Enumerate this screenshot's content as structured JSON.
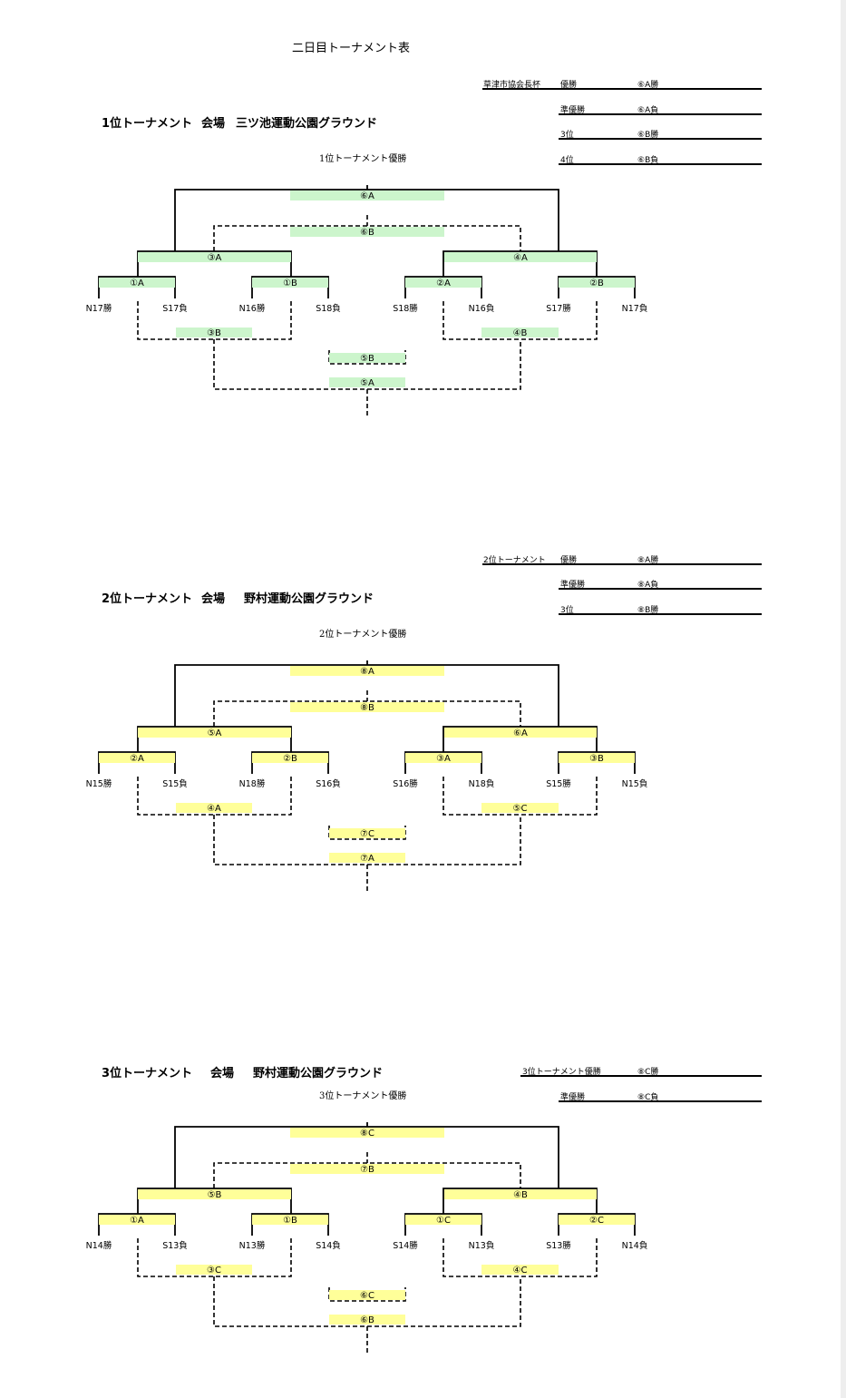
{
  "page_title": "二日目トーナメント表",
  "colors": {
    "t1_fill": "#ccf5cc",
    "t2_fill": "#ffff99",
    "t3_fill": "#ffff99"
  },
  "t1": {
    "title": "1位トーナメント",
    "venue_label": "会場",
    "venue": "三ツ池運動公園グラウンド",
    "champion": "1位トーナメント優勝",
    "results": [
      {
        "group": "草津市協会長杯",
        "place": "優勝",
        "match": "⑥A勝"
      },
      {
        "group": "",
        "place": "準優勝",
        "match": "⑥A負"
      },
      {
        "group": "",
        "place": "3位",
        "match": "⑥B勝"
      },
      {
        "group": "",
        "place": "4位",
        "match": "⑥B負"
      }
    ],
    "final_a": "⑥A",
    "final_b": "⑥B",
    "semi_l": "③A",
    "semi_r": "④A",
    "q1": "①A",
    "q2": "①B",
    "q3": "②A",
    "q4": "②B",
    "lower_l": "③B",
    "lower_r": "④B",
    "low_1": "⑤B",
    "low_2": "⑤A",
    "teams": [
      "N17勝",
      "S17負",
      "N16勝",
      "S18負",
      "S18勝",
      "N16負",
      "S17勝",
      "N17負"
    ]
  },
  "t2": {
    "title": "2位トーナメント",
    "venue_label": "会場",
    "venue": "野村運動公園グラウンド",
    "champion": "2位トーナメント優勝",
    "results": [
      {
        "group": "2位トーナメント",
        "place": "優勝",
        "match": "⑧A勝"
      },
      {
        "group": "",
        "place": "準優勝",
        "match": "⑧A負"
      },
      {
        "group": "",
        "place": "3位",
        "match": "⑧B勝"
      }
    ],
    "final_a": "⑧A",
    "final_b": "⑧B",
    "semi_l": "⑤A",
    "semi_r": "⑥A",
    "q1": "②A",
    "q2": "②B",
    "q3": "③A",
    "q4": "③B",
    "lower_l": "④A",
    "lower_r": "⑤C",
    "low_1": "⑦C",
    "low_2": "⑦A",
    "teams": [
      "N15勝",
      "S15負",
      "N18勝",
      "S16負",
      "S16勝",
      "N18負",
      "S15勝",
      "N15負"
    ]
  },
  "t3": {
    "title": "3位トーナメント",
    "venue_label": "会場",
    "venue": "野村運動公園グラウンド",
    "champion": "3位トーナメント優勝",
    "results": [
      {
        "group": "3位トーナメント優勝",
        "place": "",
        "match": "⑧C勝"
      },
      {
        "group": "",
        "place": "準優勝",
        "match": "⑧C負"
      }
    ],
    "final_a": "⑧C",
    "final_b": "⑦B",
    "semi_l": "⑤B",
    "semi_r": "④B",
    "q1": "①A",
    "q2": "①B",
    "q3": "①C",
    "q4": "②C",
    "lower_l": "③C",
    "lower_r": "④C",
    "low_1": "⑥C",
    "low_2": "⑥B",
    "teams": [
      "N14勝",
      "S13負",
      "N13勝",
      "S14負",
      "S14勝",
      "N13負",
      "S13勝",
      "N14負"
    ]
  }
}
